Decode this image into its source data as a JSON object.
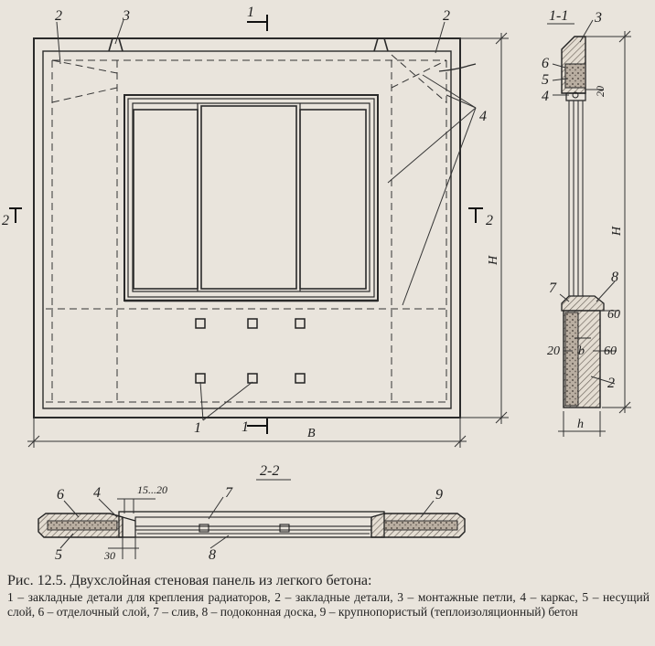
{
  "labels": {
    "section_1_top": "1",
    "section_1_bottom": "1",
    "section_2_left": "2",
    "section_2_right": "2",
    "callout_1": "1",
    "callout_2_left": "2",
    "callout_2_right": "2",
    "callout_3": "3",
    "callout_4": "4",
    "dim_H": "H",
    "dim_B": "B",
    "section_1_1_title": "1-1",
    "section_2_2_title": "2-2",
    "s11_3": "3",
    "s11_6": "6",
    "s11_5": "5",
    "s11_4": "4",
    "s11_20_top": "20",
    "s11_H": "H",
    "s11_7": "7",
    "s11_8": "8",
    "s11_60_top": "60",
    "s11_20_mid": "20",
    "s11_b": "b",
    "s11_60_mid": "60",
    "s11_2": "2",
    "s11_h": "h",
    "s22_6": "6",
    "s22_4": "4",
    "s22_15_20": "15...20",
    "s22_7": "7",
    "s22_9": "9",
    "s22_5": "5",
    "s22_30": "30",
    "s22_8": "8"
  },
  "caption": {
    "title": "Рис. 12.5. Двухслойная стеновая панель из легкого бетона:",
    "legend": "1 – закладные детали для крепления радиаторов, 2 – закладные детали, 3 – монтажные петли, 4 – каркас, 5 – несущий слой, 6 – отделочный слой, 7 – слив, 8 – подоконная доска, 9 – крупнопористый (теплоизоляционный) бетон"
  }
}
